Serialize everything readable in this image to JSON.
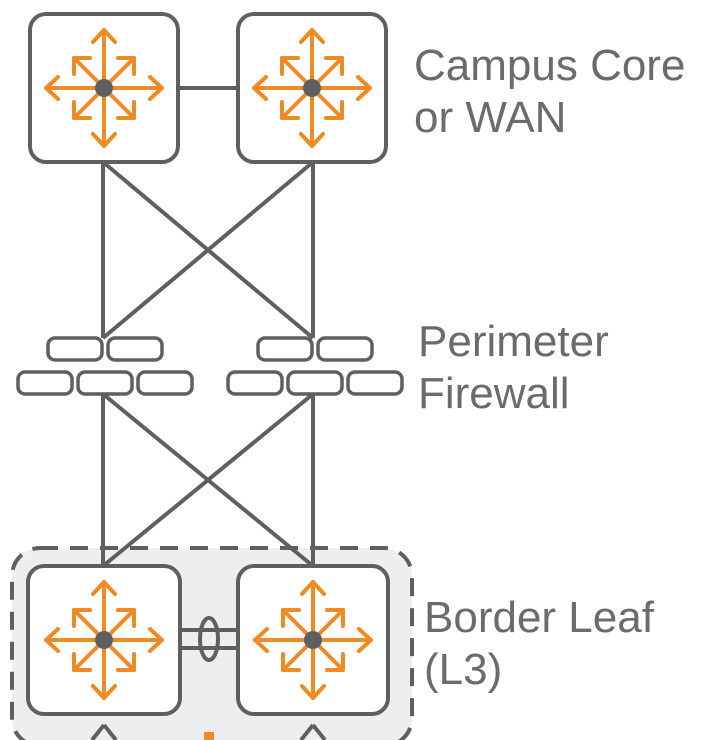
{
  "labels": {
    "campus_core": [
      "Campus Core",
      "or WAN"
    ],
    "perimeter_firewall": [
      "Perimeter",
      "Firewall"
    ],
    "border_leaf": [
      "Border Leaf",
      "(L3)"
    ]
  },
  "colors": {
    "node_border": "#5f5f62",
    "node_arrows": "#f08a24",
    "node_center": "#5f5f62",
    "link": "#5f5f62",
    "group_fill": "#eeeef0",
    "group_border": "#5f5f62",
    "label_text": "#6b6b6d"
  },
  "icons": {
    "router": "router-arrows-icon",
    "firewall": "brick-wall-icon",
    "lag": "link-aggregation-oval-icon"
  }
}
